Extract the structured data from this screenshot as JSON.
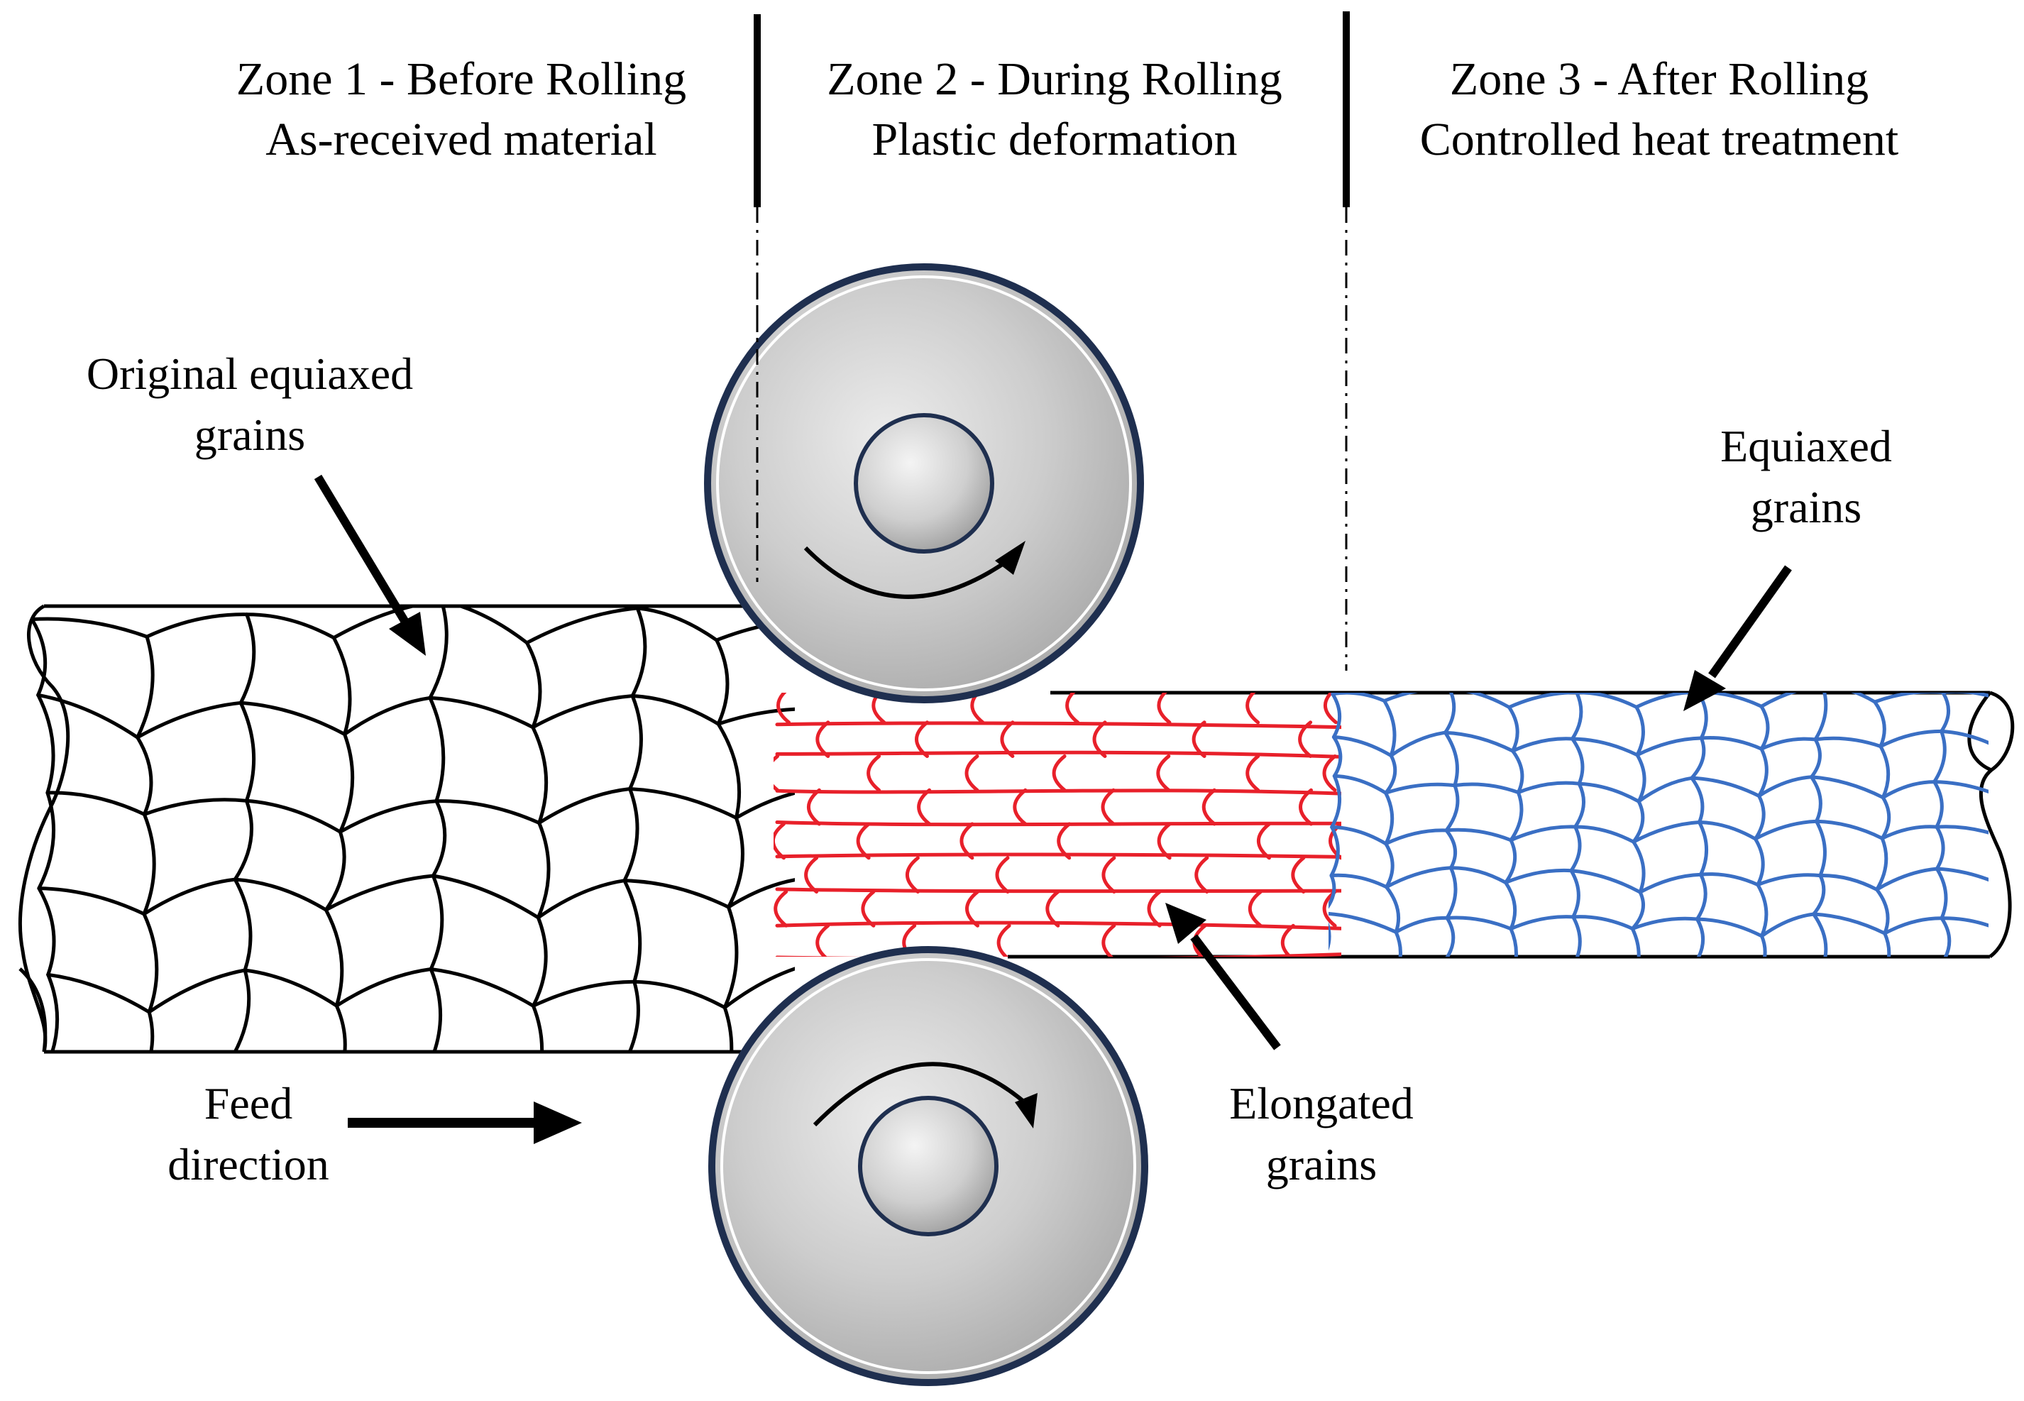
{
  "zones": [
    {
      "title": "Zone 1 - Before Rolling",
      "subtitle": "As-received material"
    },
    {
      "title": "Zone 2 - During  Rolling",
      "subtitle": "Plastic deformation"
    },
    {
      "title": "Zone 3 - After Rolling",
      "subtitle": "Controlled heat treatment"
    }
  ],
  "labels": {
    "original": [
      "Original equiaxed",
      "grains"
    ],
    "equiaxed": [
      "Equiaxed",
      "grains"
    ],
    "elongated": [
      "Elongated",
      "grains"
    ],
    "feed": [
      "Feed",
      "direction"
    ]
  },
  "colors": {
    "original_grains": "#000000",
    "elongated_grains": "#e8202a",
    "equiaxed_grains": "#3a6fc4",
    "roll_fill": "#c9c9c9",
    "roll_rim": "#1f2f4f"
  }
}
